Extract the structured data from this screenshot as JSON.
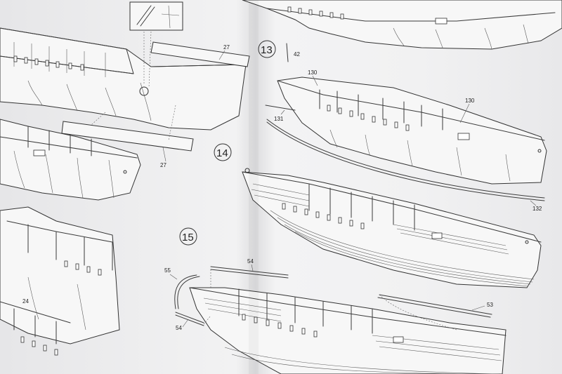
{
  "steps": {
    "s13": "13",
    "s14": "14",
    "s15": "15"
  },
  "parts": {
    "p27a": "27",
    "p27b": "27",
    "p42": "42",
    "p130a": "130",
    "p130b": "130",
    "p131": "131",
    "p132": "132",
    "p24": "24",
    "p55": "55",
    "p54a": "54",
    "p54b": "54",
    "p53": "53"
  }
}
